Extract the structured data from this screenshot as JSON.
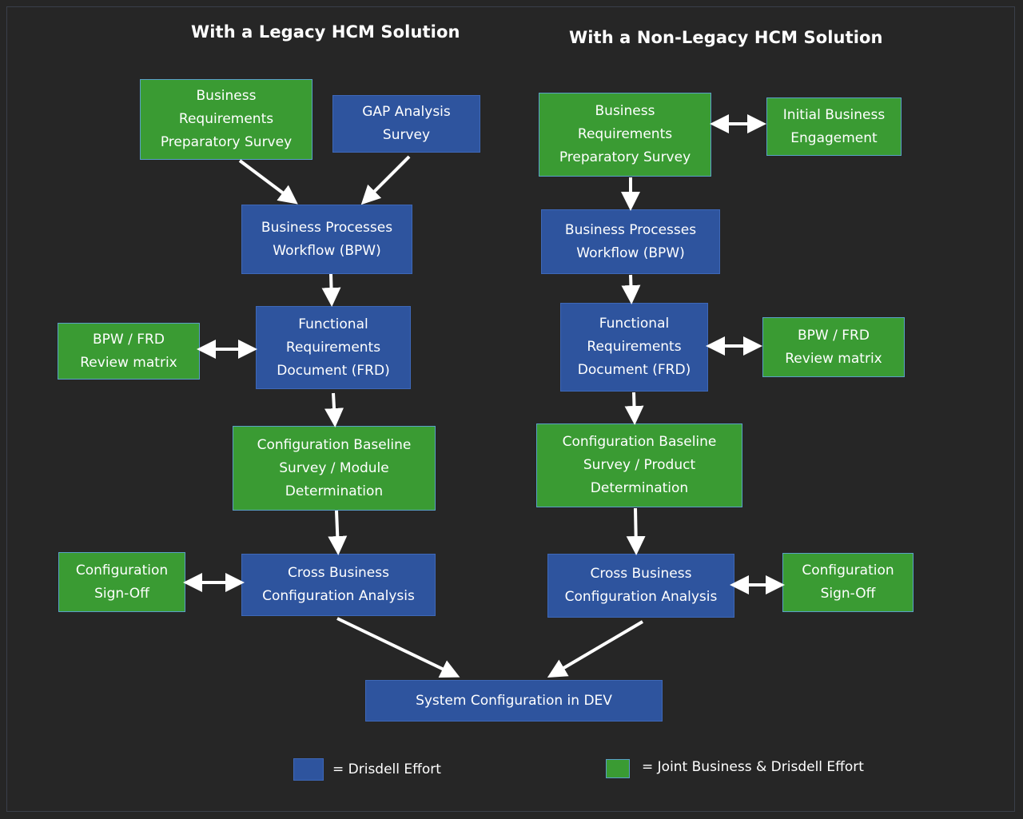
{
  "headings": {
    "left": "With a Legacy HCM Solution",
    "right": "With a Non-Legacy HCM Solution"
  },
  "colors": {
    "drisdell_effort": "#2e549e",
    "joint_effort": "#3a9b33",
    "background": "#262626",
    "arrow": "#ffffff"
  },
  "left": {
    "brps": "Business\nRequirements\nPreparatory Survey",
    "gap": "GAP Analysis\nSurvey",
    "bpw": "Business Processes\nWorkflow (BPW)",
    "frd": "Functional\nRequirements\nDocument (FRD)",
    "review": "BPW / FRD\nReview matrix",
    "config_baseline": "Configuration Baseline\nSurvey / Module\nDetermination",
    "cross": "Cross Business\nConfiguration Analysis",
    "signoff": "Configuration\nSign-Off"
  },
  "right": {
    "brps": "Business\nRequirements\nPreparatory Survey",
    "initial": "Initial Business\nEngagement",
    "bpw": "Business Processes\nWorkflow (BPW)",
    "frd": "Functional\nRequirements\nDocument (FRD)",
    "review": "BPW / FRD\nReview matrix",
    "config_baseline": "Configuration Baseline\nSurvey / Product\nDetermination",
    "cross": "Cross Business\nConfiguration Analysis",
    "signoff": "Configuration\nSign-Off"
  },
  "system_config": "System Configuration in DEV",
  "legend": {
    "drisdell": "= Drisdell Effort",
    "joint": "= Joint Business & Drisdell Effort"
  }
}
